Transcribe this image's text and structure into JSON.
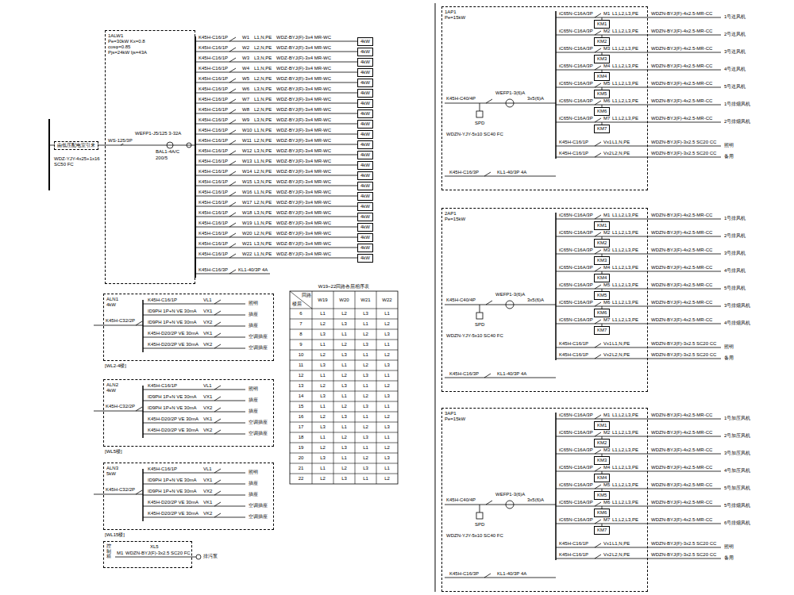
{
  "diagram": {
    "nodes": [
      {
        "text": [
          "1ALW1",
          "Pe=30kW Kx=0.8 cosφ=0.85 Pjs=24kW Ijs=43A"
        ]
      },
      {
        "text": [
          "4kW"
        ]
      },
      {
        "text": [
          "4kW"
        ]
      },
      {
        "text": [
          "4kW"
        ]
      },
      {
        "text": [
          "4kW"
        ]
      },
      {
        "text": [
          "4kW"
        ]
      },
      {
        "text": [
          "4kW"
        ]
      },
      {
        "text": [
          "4kW"
        ]
      },
      {
        "text": [
          "4kW"
        ]
      },
      {
        "text": [
          "4kW"
        ]
      },
      {
        "text": [
          "4kW"
        ]
      },
      {
        "text": [
          "4kW"
        ]
      },
      {
        "text": [
          "4kW"
        ]
      },
      {
        "text": [
          "4kW"
        ]
      },
      {
        "text": [
          "4kW"
        ]
      },
      {
        "text": [
          "4kW"
        ]
      },
      {
        "text": [
          "4kW"
        ]
      },
      {
        "text": [
          "4kW"
        ]
      },
      {
        "text": [
          "4kW"
        ]
      },
      {
        "text": [
          "4kW"
        ]
      },
      {
        "text": [
          "4kW"
        ]
      },
      {
        "text": [
          "4kW"
        ]
      },
      {
        "text": [
          "4kW"
        ]
      },
      {
        "text": [
          "由低压配电室引来"
        ]
      },
      {
        "text": [
          "ALN1",
          "4kW"
        ]
      },
      {
        "text": [
          "ALN2",
          "4kW"
        ]
      },
      {
        "text": [
          "ALN3",
          "5kW"
        ]
      },
      {
        "text": [
          "XL5"
        ]
      },
      {
        "text": [
          "1AP1",
          "Pe=15kW"
        ]
      },
      {
        "text": [
          "KM1"
        ],
        "in": 28
      },
      {
        "text": [
          "KM2"
        ],
        "in": 28
      },
      {
        "text": [
          "KM3"
        ],
        "in": 28
      },
      {
        "text": [
          "KM4"
        ],
        "in": 28
      },
      {
        "text": [
          "KM5"
        ],
        "in": 28
      },
      {
        "text": [
          "KM6"
        ],
        "in": 28
      },
      {
        "text": [
          "KM7"
        ],
        "in": 28
      },
      {
        "text": [
          "2AP1",
          "Pe=15kW"
        ]
      },
      {
        "text": [
          "KM1"
        ],
        "in": 36
      },
      {
        "text": [
          "KM2"
        ],
        "in": 36
      },
      {
        "text": [
          "KM3"
        ],
        "in": 36
      },
      {
        "text": [
          "KM4"
        ],
        "in": 36
      },
      {
        "text": [
          "KM5"
        ],
        "in": 36
      },
      {
        "text": [
          "KM6"
        ],
        "in": 36
      },
      {
        "text": [
          "KM7"
        ],
        "in": 36
      },
      {
        "text": [
          "3AP1",
          "Pe=15kW"
        ]
      },
      {
        "text": [
          "KM1"
        ],
        "in": 44
      },
      {
        "text": [
          "KM2"
        ],
        "in": 44
      },
      {
        "text": [
          "KM3"
        ],
        "in": 44
      },
      {
        "text": [
          "KM4"
        ],
        "in": 44
      },
      {
        "text": [
          "KM5"
        ],
        "in": 44
      },
      {
        "text": [
          "KM6"
        ],
        "in": 44
      },
      {
        "text": [
          "KM7"
        ],
        "in": 44
      }
    ],
    "edges": [
      {
        "from": 0,
        "to": 1,
        "arrow": "none"
      },
      {
        "from": 0,
        "to": 2,
        "arrow": "none"
      },
      {
        "from": 0,
        "to": 3,
        "arrow": "none"
      },
      {
        "from": 0,
        "to": 4,
        "arrow": "none"
      },
      {
        "from": 0,
        "to": 5,
        "arrow": "none"
      },
      {
        "from": 0,
        "to": 6,
        "arrow": "none"
      },
      {
        "from": 0,
        "to": 7,
        "arrow": "none"
      },
      {
        "from": 0,
        "to": 8,
        "arrow": "none"
      },
      {
        "from": 0,
        "to": 9,
        "arrow": "none"
      },
      {
        "from": 0,
        "to": 10,
        "arrow": "none"
      },
      {
        "from": 0,
        "to": 11,
        "arrow": "none"
      },
      {
        "from": 0,
        "to": 12,
        "arrow": "none"
      },
      {
        "from": 0,
        "to": 13,
        "arrow": "none"
      },
      {
        "from": 0,
        "to": 14,
        "arrow": "none"
      },
      {
        "from": 0,
        "to": 15,
        "arrow": "none"
      },
      {
        "from": 0,
        "to": 16,
        "arrow": "none"
      },
      {
        "from": 0,
        "to": 17,
        "arrow": "none"
      },
      {
        "from": 0,
        "to": 18,
        "arrow": "none"
      },
      {
        "from": 0,
        "to": 19,
        "arrow": "none"
      },
      {
        "from": 0,
        "to": 20,
        "arrow": "none"
      },
      {
        "from": 0,
        "to": 21,
        "arrow": "none"
      },
      {
        "from": 0,
        "to": 22,
        "arrow": "none"
      },
      {
        "from": 23,
        "to": 0,
        "arrow": "none"
      }
    ],
    "labels": [
      "WS-125/3P",
      "WEFP1-J5/125 3-32A",
      "BAL1-4A/C",
      "200/5",
      "WDZ-YJY-4x25+1x16 SC50 FC",
      "K45H-C16/1P",
      "W1",
      "L1,N,PE",
      "WDZ-BYJ(F)-3x4 MR-WC",
      "K45H-C16/1P",
      "W2",
      "L2,N,PE",
      "WDZ-BYJ(F)-3x4 MR-WC",
      "K45H-C16/1P",
      "W3",
      "L3,N,PE",
      "WDZ-BYJ(F)-3x4 MR-WC",
      "K45H-C16/1P",
      "W4",
      "L1,N,PE",
      "WDZ-BYJ(F)-3x4 MR-WC",
      "K45H-C16/1P",
      "W5",
      "L2,N,PE",
      "WDZ-BYJ(F)-3x4 MR-WC",
      "K45H-C16/1P",
      "W6",
      "L3,N,PE",
      "WDZ-BYJ(F)-3x4 MR-WC",
      "K45H-C16/1P",
      "W7",
      "L1,N,PE",
      "WDZ-BYJ(F)-3x4 MR-WC",
      "K45H-C16/1P",
      "W8",
      "L2,N,PE",
      "WDZ-BYJ(F)-3x4 MR-WC",
      "K45H-C16/1P",
      "W9",
      "L3,N,PE",
      "WDZ-BYJ(F)-3x4 MR-WC",
      "K45H-C16/1P",
      "W10",
      "L1,N,PE",
      "WDZ-BYJ(F)-3x4 MR-WC",
      "K45H-C16/1P",
      "W11",
      "L2,N,PE",
      "WDZ-BYJ(F)-3x4 MR-WC",
      "K45H-C16/1P",
      "W12",
      "L3,N,PE",
      "WDZ-BYJ(F)-3x4 MR-WC",
      "K45H-C16/1P",
      "W13",
      "L1,N,PE",
      "WDZ-BYJ(F)-3x4 MR-WC",
      "K45H-C16/1P",
      "W14",
      "L2,N,PE",
      "WDZ-BYJ(F)-3x4 MR-WC",
      "K45H-C16/1P",
      "W15",
      "L3,N,PE",
      "WDZ-BYJ(F)-3x4 MR-WC",
      "K45H-C16/1P",
      "W16",
      "L1,N,PE",
      "WDZ-BYJ(F)-3x4 MR-WC",
      "K45H-C16/1P",
      "W17",
      "L2,N,PE",
      "WDZ-BYJ(F)-3x4 MR-WC",
      "K45H-C16/1P",
      "W18",
      "L3,N,PE",
      "WDZ-BYJ(F)-3x4 MR-WC",
      "K45H-C16/1P",
      "W19",
      "L1,N,PE",
      "WDZ-BYJ(F)-3x4 MR-WC",
      "K45H-C16/1P",
      "W20",
      "L2,N,PE",
      "WDZ-BYJ(F)-3x4 MR-WC",
      "K45H-C16/1P",
      "W21",
      "L3,N,PE",
      "WDZ-BYJ(F)-3x4 MR-WC",
      "K45H-C16/1P",
      "W22",
      "L1,N,PE",
      "WDZ-BYJ(F)-3x4 MR-WC",
      "K45H-C16/3P",
      "KL1-40/3P 4A",
      "W19~22回路各层相序表",
      "回路",
      "楼层",
      "W19",
      "W20",
      "W21",
      "W22",
      "6",
      "L1",
      "L2",
      "L3",
      "L1",
      "7",
      "L2",
      "L3",
      "L1",
      "L2",
      "8",
      "L3",
      "L1",
      "L2",
      "L3",
      "9",
      "L1",
      "L2",
      "L3",
      "L1",
      "10",
      "L2",
      "L3",
      "L1",
      "L2",
      "11",
      "L3",
      "L1",
      "L2",
      "L3",
      "12",
      "L1",
      "L2",
      "L3",
      "L1",
      "13",
      "L2",
      "L3",
      "L1",
      "L2",
      "14",
      "L3",
      "L1",
      "L2",
      "L3",
      "15",
      "L1",
      "L2",
      "L3",
      "L1",
      "16",
      "L2",
      "L3",
      "L1",
      "L2",
      "17",
      "L3",
      "L1",
      "L2",
      "L3",
      "18",
      "L1",
      "L2",
      "L3",
      "L1",
      "19",
      "L2",
      "L3",
      "L1",
      "L2",
      "20",
      "L3",
      "L1",
      "L2",
      "L3",
      "21",
      "L1",
      "L2",
      "L3",
      "L1",
      "22",
      "L2",
      "L3",
      "L1",
      "L2",
      "K45H-C32/2P",
      "K45H-C16/1P",
      "VL1",
      "照明",
      "ID9PH 1P+N VE 30mA",
      "VX1",
      "插座",
      "ID9PH 1P+N VE 30mA",
      "VX2",
      "插座",
      "K45H-D20/2P VE 30mA",
      "VK1",
      "空调插座",
      "K45H-D20/2P VE 30mA",
      "VK2",
      "空调插座",
      "[WL2-4楼]",
      "K45H-C32/2P",
      "K45H-C16/1P",
      "VL1",
      "照明",
      "ID9PH 1P+N VE 30mA",
      "VX1",
      "插座",
      "ID9PH 1P+N VE 30mA",
      "VX2",
      "插座",
      "K45H-D20/2P VE 30mA",
      "VK1",
      "空调插座",
      "K45H-D20/2P VE 30mA",
      "VK2",
      "空调插座",
      "[WL5楼]",
      "K45H-C32/2P",
      "K45H-C16/1P",
      "VL1",
      "照明",
      "ID9PH 1P+N VE 30mA",
      "VX1",
      "插座",
      "ID9PH 1P+N VE 30mA",
      "VX2",
      "插座",
      "K45H-D20/2P VE 30mA",
      "VK1",
      "空调插座",
      "K45H-D20/2P VE 30mA",
      "VK2",
      "空调插座",
      "[WL15楼]",
      "控制箱",
      "M1",
      "WDZN-BYJ(F)-3x2.5 SC20 FC",
      "排污泵",
      "K45H-C40/4P",
      "WEFP1-3(6)A",
      "3x5(6)A",
      "SPD",
      "WDZN-YJY-5x10 SC40 FC",
      "iC65N-C16A/3P",
      "M1",
      "L1,L2,L3,PE",
      "WDZN-BYJ(F)-4x2.5-MR-CC",
      "1号送风机",
      "iC65N-C16A/3P",
      "M2",
      "L1,L2,L3,PE",
      "WDZN-BYJ(F)-4x2.5-MR-CC",
      "2号送风机",
      "iC65N-C16A/3P",
      "M3",
      "L1,L2,L3,PE",
      "WDZN-BYJ(F)-4x2.5-MR-CC",
      "3号送风机",
      "iC65N-C16A/3P",
      "M4",
      "L1,L2,L3,PE",
      "WDZN-BYJ(F)-4x2.5-MR-CC",
      "4号送风机",
      "iC65N-C16A/3P",
      "M5",
      "L1,L2,L3,PE",
      "WDZN-BYJ(F)-4x2.5-MR-CC",
      "5号送风机",
      "iC65N-C16A/3P",
      "M6",
      "L1,L2,L3,PE",
      "WDZN-BYJ(F)-4x2.5-MR-CC",
      "1号排烟风机",
      "iC65N-C16A/3P",
      "M7",
      "L1,L2,L3,PE",
      "WDZN-BYJ(F)-4x2.5-MR-CC",
      "2号排烟风机",
      "K45H-C16/1P",
      "Vx1",
      "L1,N,PE",
      "WDZN-BYJ(F)-3x2.5 SC20 CC",
      "照明",
      "K45H-C16/1P",
      "Vx2",
      "L2,N,PE",
      "WDZN-BYJ(F)-3x2.5 SC20 CC",
      "备用",
      "K45H-C16/3P",
      "KL1-40/3P 4A",
      "K45H-C40/4P",
      "WEFP1-3(6)A",
      "3x5(6)A",
      "SPD",
      "WDZN-YJY-5x10 SC40 FC",
      "iC65N-C16A/3P",
      "M1",
      "L1,L2,L3,PE",
      "WDZN-BYJ(F)-4x2.5-MR-CC",
      "1号排风机",
      "iC65N-C16A/3P",
      "M2",
      "L1,L2,L3,PE",
      "WDZN-BYJ(F)-4x2.5-MR-CC",
      "2号排风机",
      "iC65N-C16A/3P",
      "M3",
      "L1,L2,L3,PE",
      "WDZN-BYJ(F)-4x2.5-MR-CC",
      "3号排风机",
      "iC65N-C16A/3P",
      "M4",
      "L1,L2,L3,PE",
      "WDZN-BYJ(F)-4x2.5-MR-CC",
      "4号排风机",
      "iC65N-C16A/3P",
      "M5",
      "L1,L2,L3,PE",
      "WDZN-BYJ(F)-4x2.5-MR-CC",
      "5号排风机",
      "iC65N-C16A/3P",
      "M6",
      "L1,L2,L3,PE",
      "WDZN-BYJ(F)-4x2.5-MR-CC",
      "3号排烟风机",
      "iC65N-C16A/3P",
      "M7",
      "L1,L2,L3,PE",
      "WDZN-BYJ(F)-4x2.5-MR-CC",
      "4号排烟风机",
      "K45H-C16/1P",
      "Vx1",
      "L1,N,PE",
      "WDZN-BYJ(F)-3x2.5 SC20 CC",
      "照明",
      "K45H-C16/1P",
      "Vx2",
      "L2,N,PE",
      "WDZN-BYJ(F)-3x2.5 SC20 CC",
      "备用",
      "K45H-C16/3P",
      "KL1-40/3P 4A",
      "K45H-C40/4P",
      "WEFP1-3(6)A",
      "3x5(6)A",
      "SPD",
      "WDZN-YJY-5x10 SC40 FC",
      "iC65N-C16A/3P",
      "M1",
      "L1,L2,L3,PE",
      "WDZN-BYJ(F)-4x2.5-MR-CC",
      "1号加压风机",
      "iC65N-C16A/3P",
      "M2",
      "L1,L2,L3,PE",
      "WDZN-BYJ(F)-4x2.5-MR-CC",
      "2号加压风机",
      "iC65N-C16A/3P",
      "M3",
      "L1,L2,L3,PE",
      "WDZN-BYJ(F)-4x2.5-MR-CC",
      "3号加压风机",
      "iC65N-C16A/3P",
      "M4",
      "L1,L2,L3,PE",
      "WDZN-BYJ(F)-4x2.5-MR-CC",
      "4号加压风机",
      "iC65N-C16A/3P",
      "M5",
      "L1,L2,L3,PE",
      "WDZN-BYJ(F)-4x2.5-MR-CC",
      "5号加压风机",
      "iC65N-C16A/3P",
      "M6",
      "L1,L2,L3,PE",
      "WDZN-BYJ(F)-4x2.5-MR-CC",
      "5号排烟风机",
      "iC65N-C16A/3P",
      "M7",
      "L1,L2,L3,PE",
      "WDZN-BYJ(F)-4x2.5-MR-CC",
      "6号排烟风机",
      "K45H-C16/1P",
      "Vx1",
      "L1,N,PE",
      "WDZN-BYJ(F)-3x2.5 SC20 CC",
      "照明",
      "K45H-C16/1P",
      "Vx2",
      "L2,N,PE",
      "WDZN-BYJ(F)-3x2.5 SC20 CC",
      "备用",
      "K45H-C16/3P",
      "KL1-40/3P 4A"
    ]
  }
}
